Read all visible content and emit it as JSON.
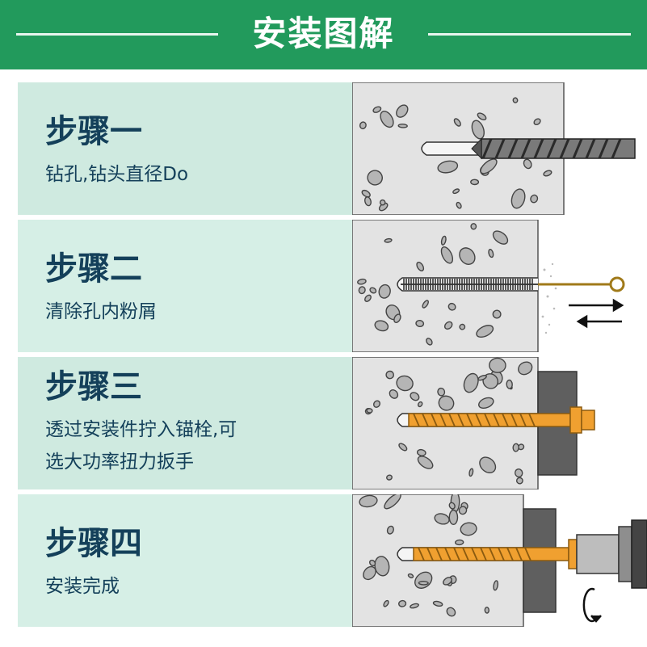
{
  "header": {
    "title": "安装图解"
  },
  "steps": [
    {
      "name": "步骤一",
      "desc": [
        "钻孔,钻头直径Do"
      ]
    },
    {
      "name": "步骤二",
      "desc": [
        "清除孔内粉屑"
      ]
    },
    {
      "name": "步骤三",
      "desc": [
        "透过安装件拧入锚栓,可",
        "选大功率扭力扳手"
      ]
    },
    {
      "name": "步骤四",
      "desc": [
        "安装完成"
      ]
    }
  ],
  "colors": {
    "header": "#229a5c",
    "panel": "#cfeae0",
    "text": "#14405a",
    "concrete": "#e3e3e3",
    "anchor": "#f0a030"
  },
  "icons": [
    "drill-bit-icon",
    "cleaning-brush-icon",
    "push-pull-arrows-icon",
    "anchor-bolt-icon",
    "wrench-socket-icon",
    "rotate-arrow-icon"
  ]
}
